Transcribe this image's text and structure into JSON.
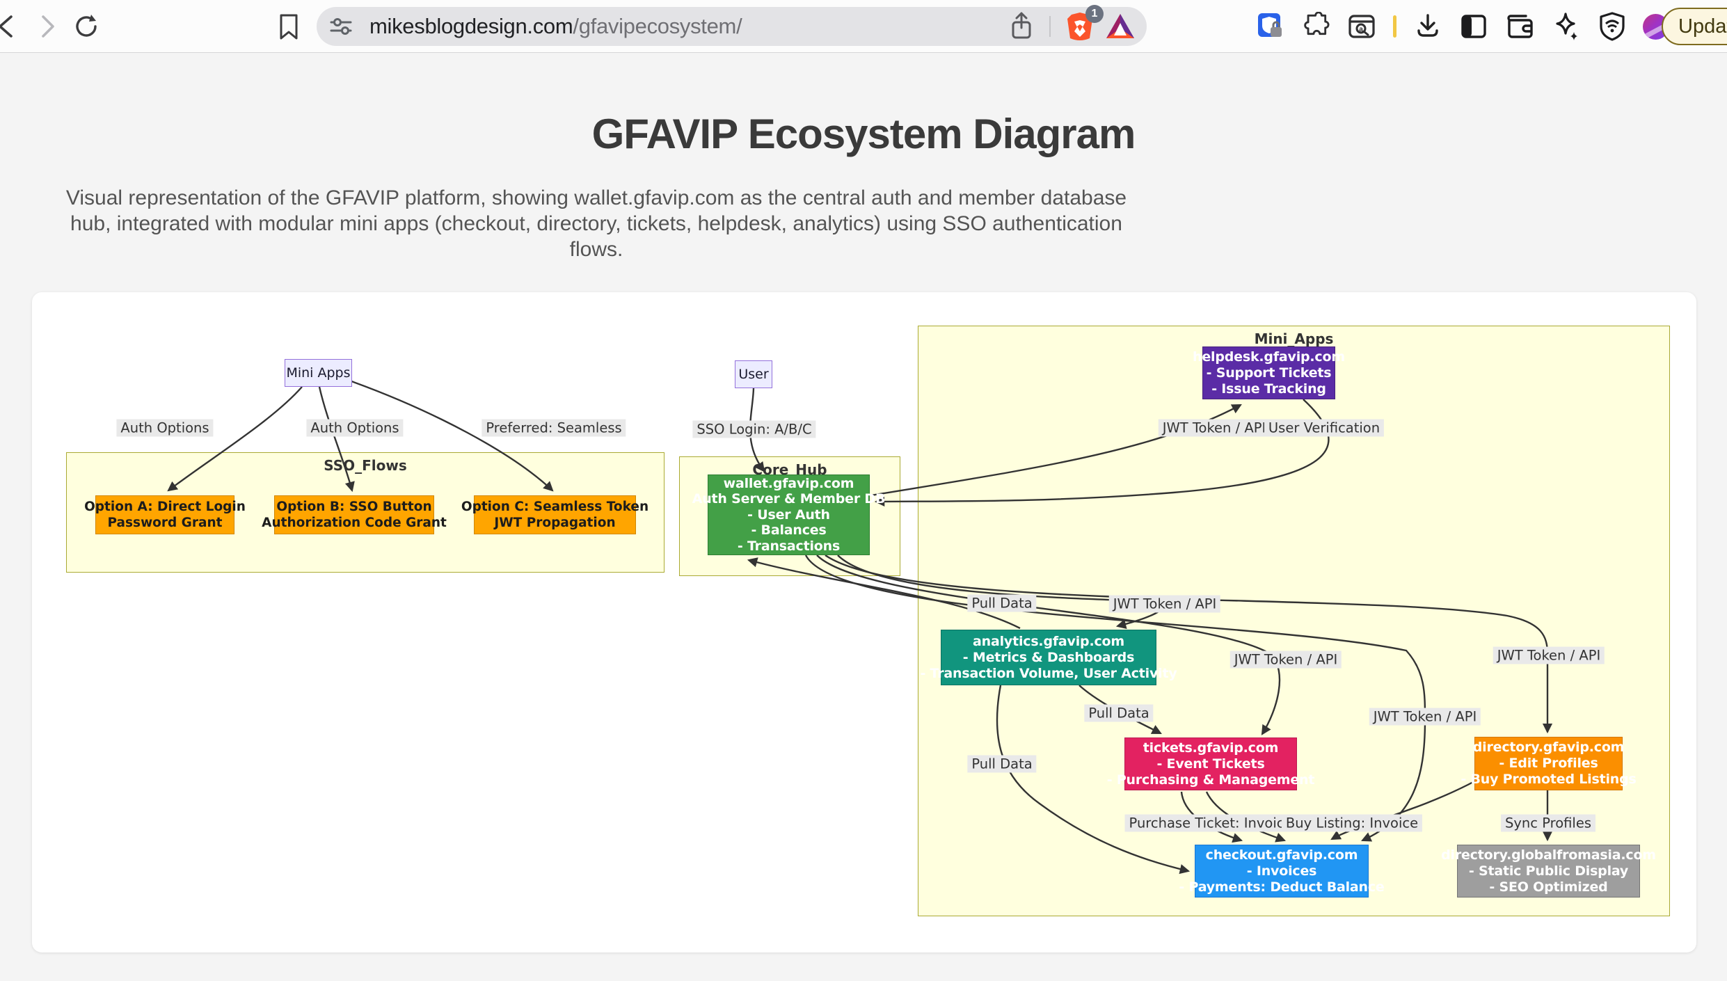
{
  "browser": {
    "toolbar": {
      "url_domain": "mikesblogdesign.com",
      "url_path": "/gfavipecosystem/",
      "shield_badge": "1",
      "update_label": "Update",
      "icons": [
        "back-icon",
        "forward-icon",
        "reload-icon",
        "bookmark-icon",
        "tune-icon",
        "share-icon",
        "brave-shield-icon",
        "bat-rewards-icon",
        "privacy-shield-icon",
        "extensions-puzzle-icon",
        "search-window-icon",
        "yellow-separator",
        "download-icon",
        "sidebar-icon",
        "wallet-icon",
        "leo-sparkles-icon",
        "vpn-shield-icon",
        "profile-avatar"
      ]
    }
  },
  "page": {
    "title": "GFAVIP Ecosystem Diagram",
    "description": "Visual representation of the GFAVIP platform, showing wallet.gfavip.com as the central auth and member database hub, integrated with modular mini apps (checkout, directory, tickets, helpdesk, analytics) using SSO authentication flows."
  },
  "diagram": {
    "subgraphs": {
      "sso_flows": "SSO_Flows",
      "core_hub": "Core_Hub",
      "mini_apps": "Mini_Apps"
    },
    "nodes": {
      "mini_apps": {
        "label": "Mini Apps",
        "color": "#ececff"
      },
      "user": {
        "label": "User",
        "color": "#ececff"
      },
      "option_a": {
        "lines": [
          "Option A: Direct Login",
          "Password Grant"
        ],
        "color": "#ffa500"
      },
      "option_b": {
        "lines": [
          "Option B: SSO Button",
          "Authorization Code Grant"
        ],
        "color": "#ffa500"
      },
      "option_c": {
        "lines": [
          "Option C: Seamless Token",
          "JWT Propagation"
        ],
        "color": "#ffa500"
      },
      "wallet": {
        "lines": [
          "wallet.gfavip.com",
          "Auth Server & Member DB",
          "- User Auth",
          "- Balances",
          "- Transactions"
        ],
        "color": "#43a047"
      },
      "helpdesk": {
        "lines": [
          "helpdesk.gfavip.com",
          "- Support Tickets",
          "- Issue Tracking"
        ],
        "color": "#5b2ca6"
      },
      "analytics": {
        "lines": [
          "analytics.gfavip.com",
          "- Metrics & Dashboards",
          "- Transaction Volume, User Activity"
        ],
        "color": "#11957e"
      },
      "tickets": {
        "lines": [
          "tickets.gfavip.com",
          "- Event Tickets",
          "- Purchasing & Management"
        ],
        "color": "#e32261"
      },
      "directory": {
        "lines": [
          "directory.gfavip.com",
          "- Edit Profiles",
          "- Buy Promoted Listings"
        ],
        "color": "#fb8f00"
      },
      "checkout": {
        "lines": [
          "checkout.gfavip.com",
          "- Invoices",
          "- Payments: Deduct Balance"
        ],
        "color": "#2196f3"
      },
      "globalfromasia": {
        "lines": [
          "directory.globalfromasia.com",
          "- Static Public Display",
          "- SEO Optimized"
        ],
        "color": "#9e9e9e"
      }
    },
    "edge_labels": {
      "auth_options_1": "Auth Options",
      "auth_options_2": "Auth Options",
      "preferred_seamless": "Preferred: Seamless",
      "sso_login": "SSO Login: A/B/C",
      "jwt_helpdesk": "JWT Token / API",
      "user_verification": "User Verification",
      "pull_data_analytics": "Pull Data",
      "jwt_analytics": "JWT Token / API",
      "jwt_tickets": "JWT Token / API",
      "jwt_directory": "JWT Token / API",
      "jwt_checkout": "JWT Token / API",
      "pull_data_tickets": "Pull Data",
      "pull_data_checkout": "Pull Data",
      "purchase_ticket": "Purchase Ticket: Invoice",
      "buy_listing": "Buy Listing: Invoice",
      "sync_profiles": "Sync Profiles"
    },
    "colors": {
      "subgraph_fill": "#ffffde",
      "subgraph_border": "#aaaa33",
      "edge_stroke": "#333333",
      "edge_label_bg": "#e9e9e9"
    }
  }
}
